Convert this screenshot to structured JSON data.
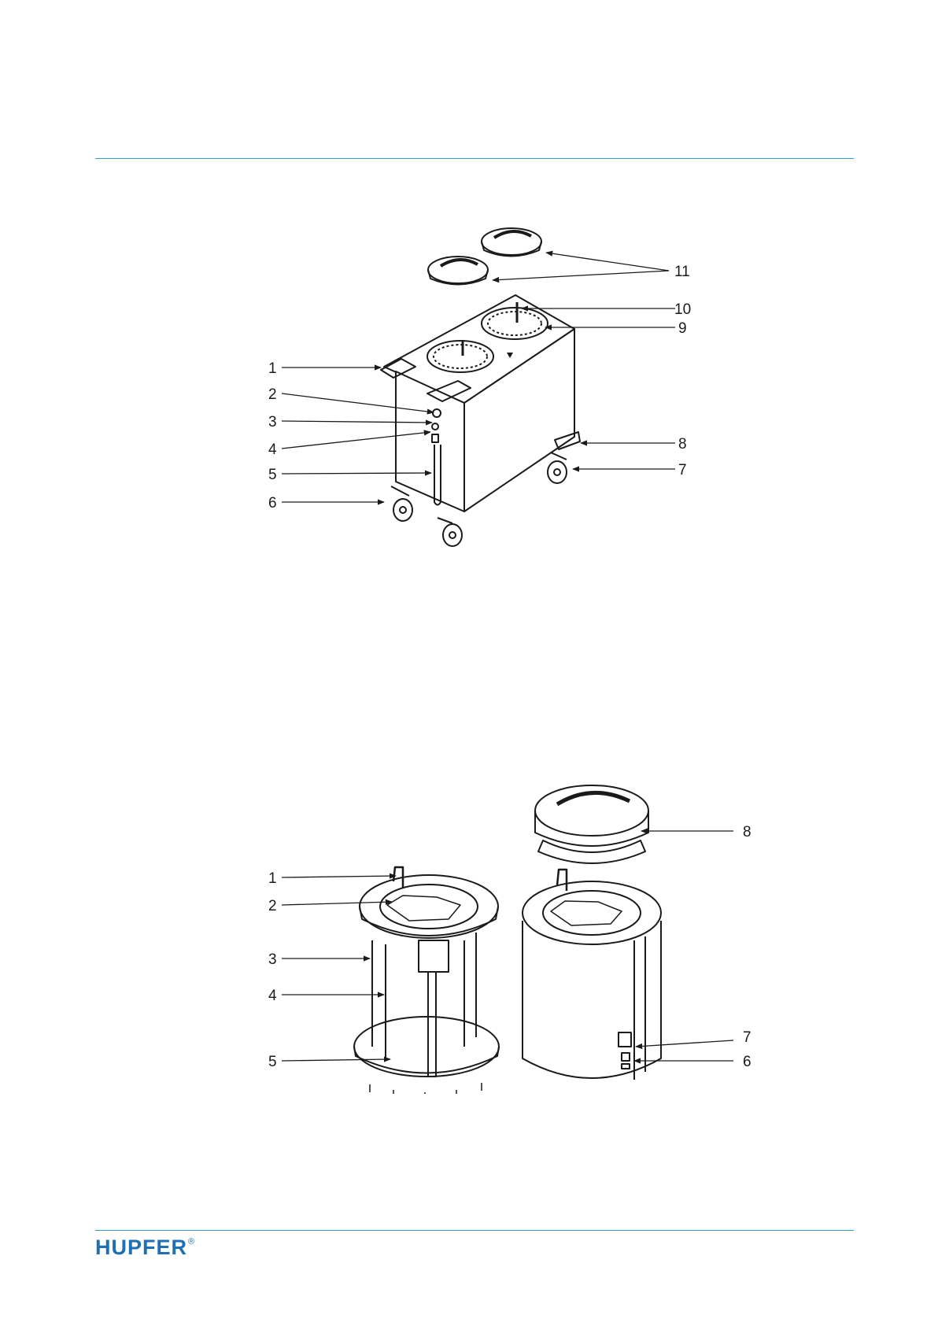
{
  "figure1": {
    "callouts": [
      {
        "label": "1"
      },
      {
        "label": "2"
      },
      {
        "label": "3"
      },
      {
        "label": "4"
      },
      {
        "label": "5"
      },
      {
        "label": "6"
      },
      {
        "label": "7"
      },
      {
        "label": "8"
      },
      {
        "label": "9"
      },
      {
        "label": "10"
      },
      {
        "label": "11"
      }
    ]
  },
  "figure2": {
    "callouts": [
      {
        "label": "1"
      },
      {
        "label": "2"
      },
      {
        "label": "3"
      },
      {
        "label": "4"
      },
      {
        "label": "5"
      },
      {
        "label": "6"
      },
      {
        "label": "7"
      },
      {
        "label": "8"
      }
    ]
  },
  "footer": {
    "logo_text": "HUPFER",
    "registered_mark": "®"
  },
  "colors": {
    "rule": "#2aa6c9",
    "logo": "#1f6fb5",
    "line_art": "#1a1a1a"
  }
}
